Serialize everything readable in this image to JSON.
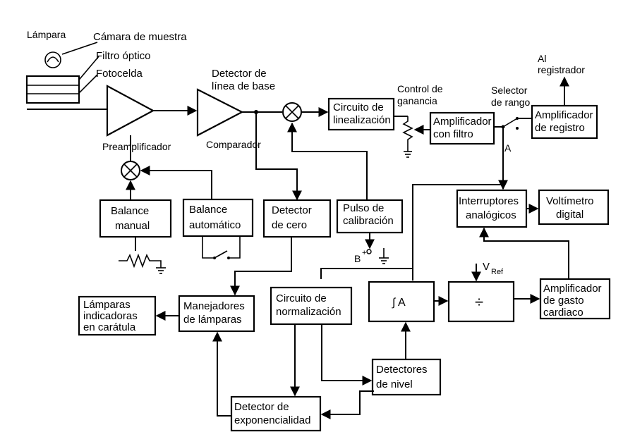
{
  "labels": {
    "lampara": "Lámpara",
    "camara": "Cámara de muestra",
    "filtro": "Filtro óptico",
    "fotocelda": "Fotocelda",
    "detector_base_1": "Detector de",
    "detector_base_2": "línea de base",
    "preamplificador": "Preamplificador",
    "comparador": "Comparador",
    "control_ganancia_1": "Control de",
    "control_ganancia_2": "ganancia",
    "selector_rango_1": "Selector",
    "selector_rango_2": "de rango",
    "al_registrador_1": "Al",
    "al_registrador_2": "registrador",
    "point_a": "A",
    "b_plus": "B",
    "b_plus_sign": "+",
    "v_ref": "V",
    "v_ref_sub": "Ref"
  },
  "blocks": {
    "balance_manual": [
      "Balance",
      "manual"
    ],
    "balance_automatico": [
      "Balance",
      "automático"
    ],
    "detector_cero": [
      "Detector",
      "de cero"
    ],
    "pulso_calibracion": [
      "Pulso de",
      "calibración"
    ],
    "circuito_linealizacion": [
      "Circuito de",
      "linealización"
    ],
    "amplificador_filtro": [
      "Amplificador",
      "con filtro"
    ],
    "amplificador_registro": [
      "Amplificador",
      "de registro"
    ],
    "interruptores_analogicos": [
      "Interruptores",
      "analógicos"
    ],
    "voltimetro_digital": [
      "Voltímetro",
      "digital"
    ],
    "lamparas_indicadoras": [
      "Lámparas",
      "indicadoras",
      "en carátula"
    ],
    "manejadores_lamparas": [
      "Manejadores",
      "de lámparas"
    ],
    "circuito_normalizacion": [
      "Circuito de",
      "normalización"
    ],
    "integrador": [
      "∫ A"
    ],
    "divisor": [
      "÷"
    ],
    "amplificador_gasto": [
      "Amplificador",
      "de gasto",
      "cardiaco"
    ],
    "detectores_nivel": [
      "Detectores",
      "de nivel"
    ],
    "detector_exponencialidad": [
      "Detector de",
      "exponencialidad"
    ]
  }
}
